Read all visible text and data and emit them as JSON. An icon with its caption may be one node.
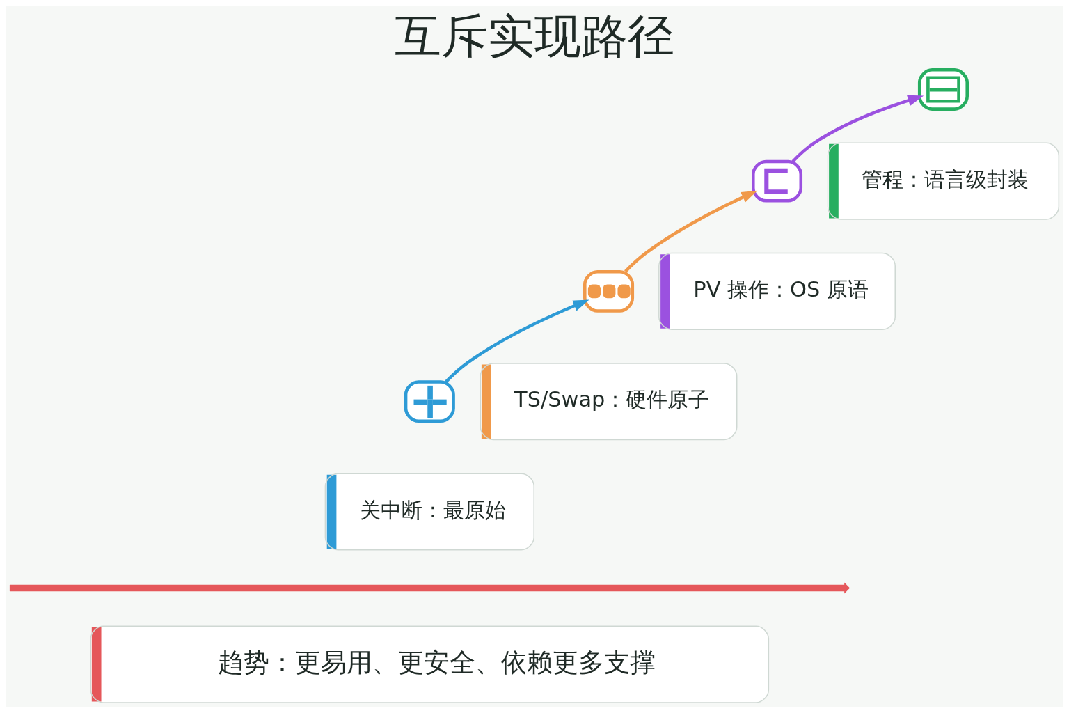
{
  "diagram": {
    "title": "互斥实现路径",
    "nodes": [
      {
        "text": [],
        "shape": "box"
      },
      {
        "text": [
          "关中断：最原始"
        ]
      },
      {
        "text": [],
        "shape": "box"
      },
      {
        "text": [
          "TS/Swap：硬件原子"
        ]
      },
      {
        "text": [],
        "shape": "box"
      },
      {
        "text": [
          "PV 操作：OS 原语"
        ]
      },
      {
        "text": [],
        "shape": "box"
      },
      {
        "text": [
          "管程：语言级封装"
        ]
      },
      {
        "text": [
          "趋势：更易用、更安全、依赖更多支撑"
        ]
      }
    ],
    "edges": [
      {
        "from": 0,
        "to": 2,
        "arrow": "to",
        "color": "#2e9bd6"
      },
      {
        "from": 2,
        "to": 4,
        "arrow": "to",
        "color": "#f0994a"
      },
      {
        "from": 4,
        "to": 6,
        "arrow": "to",
        "color": "#9b51e0"
      }
    ]
  }
}
